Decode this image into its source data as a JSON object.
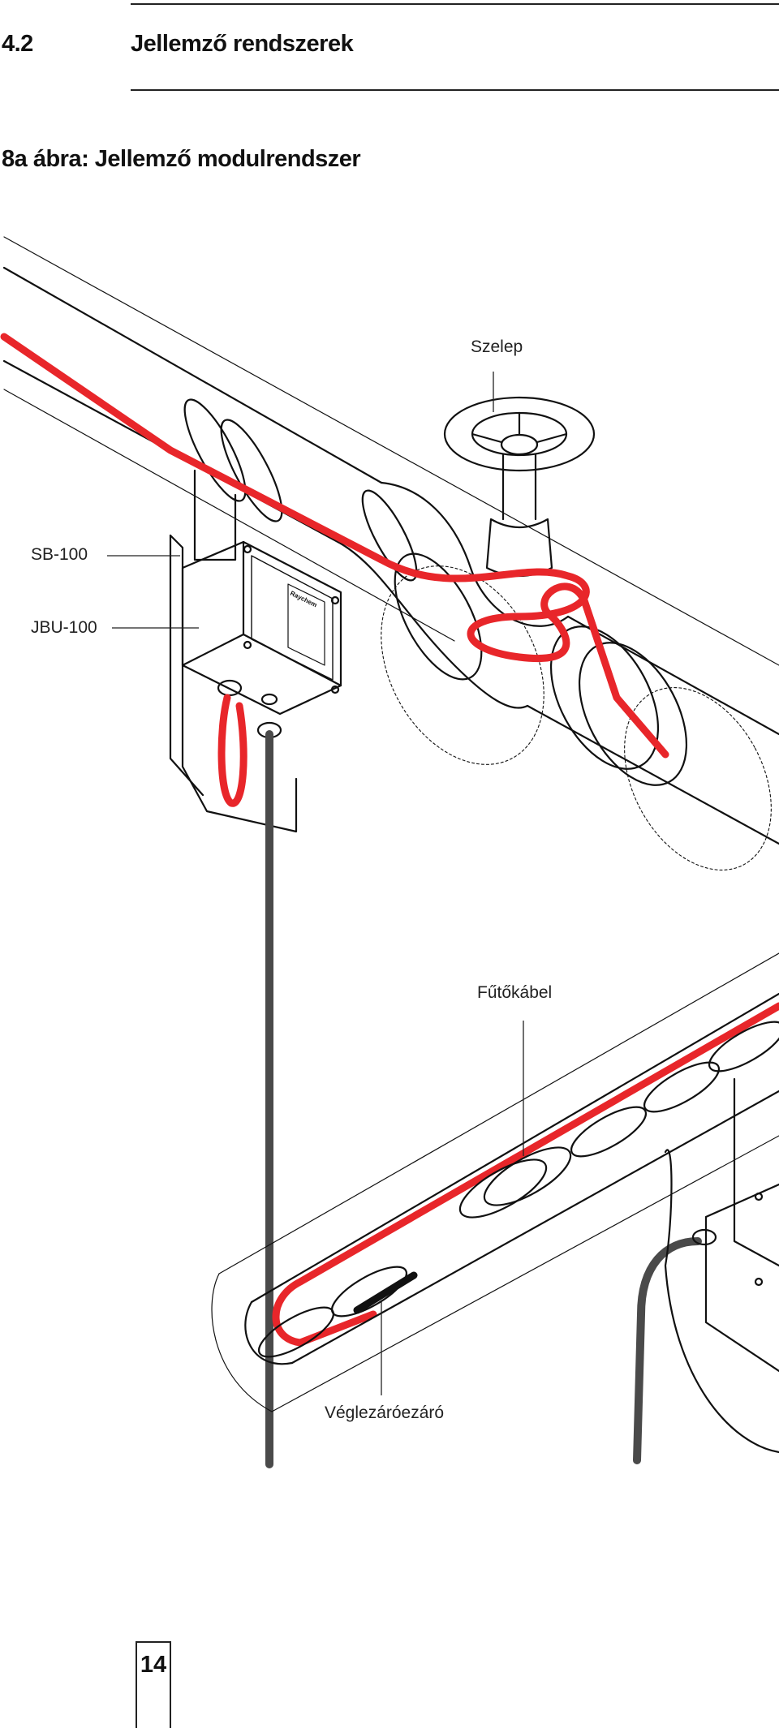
{
  "header": {
    "section_number": "4.2",
    "section_title": "Jellemző rendszerek"
  },
  "figure": {
    "caption": "8a ábra: Jellemző modulrendszer",
    "labels": {
      "valve": "Szelep",
      "support_bracket": "SB-100",
      "junction_box": "JBU-100",
      "heating_cable": "Fűtőkábel",
      "end_seal": "Véglezáróezáró"
    },
    "box_brand": "Raychem",
    "colors": {
      "heating_cable": "#e8262a",
      "power_cable": "#4a4a4a",
      "outline": "#111111"
    }
  },
  "footer": {
    "page_number": "14"
  }
}
